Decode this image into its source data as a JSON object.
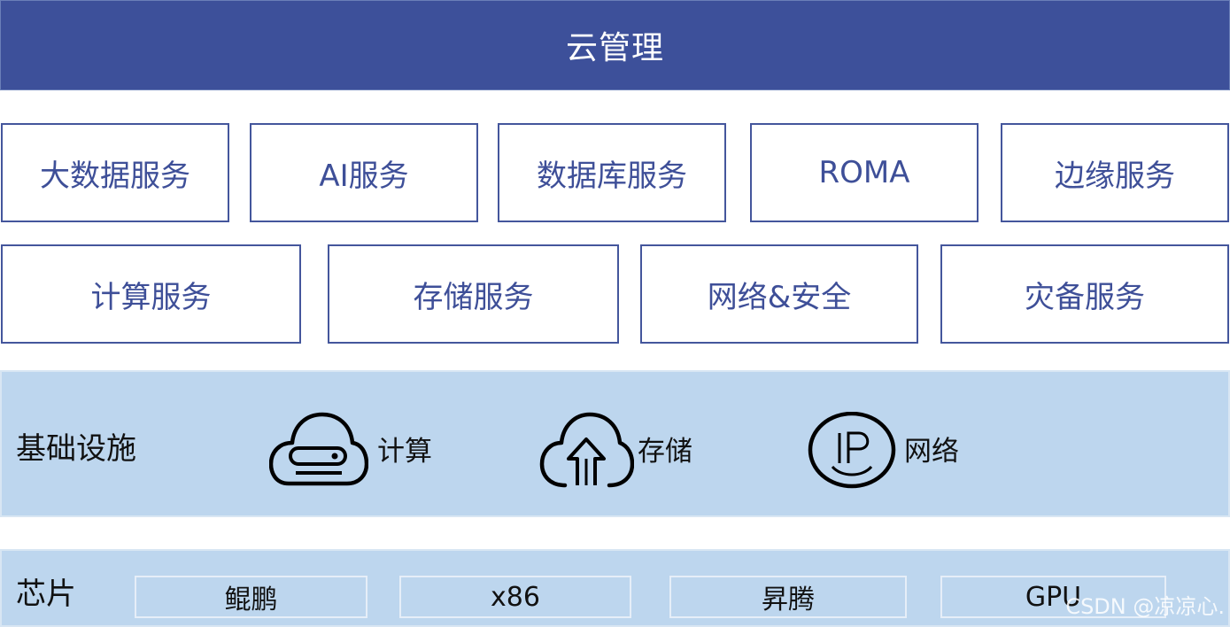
{
  "cloud_management": {
    "label": "云管理"
  },
  "services_row1": [
    {
      "label": "大数据服务"
    },
    {
      "label": "AI服务"
    },
    {
      "label": "数据库服务"
    },
    {
      "label": "ROMA"
    },
    {
      "label": "边缘服务"
    }
  ],
  "services_row2": [
    {
      "label": "计算服务"
    },
    {
      "label": "存储服务"
    },
    {
      "label": "网络&安全"
    },
    {
      "label": "灾备服务"
    }
  ],
  "infrastructure": {
    "label": "基础设施",
    "items": [
      {
        "label": "计算",
        "icon": "compute-cloud-icon"
      },
      {
        "label": "存储",
        "icon": "storage-upload-cloud-icon"
      },
      {
        "label": "网络",
        "icon": "network-ip-icon"
      }
    ]
  },
  "chips": {
    "label": "芯片",
    "items": [
      {
        "label": "鲲鹏"
      },
      {
        "label": "x86"
      },
      {
        "label": "昇腾"
      },
      {
        "label": "GPU"
      }
    ]
  },
  "watermark": "CSDN @凉凉心.",
  "colors": {
    "banner": "#3d509a",
    "service_border": "#44569c",
    "service_text": "#3e4f98",
    "band_fill": "#bdd6ee"
  }
}
